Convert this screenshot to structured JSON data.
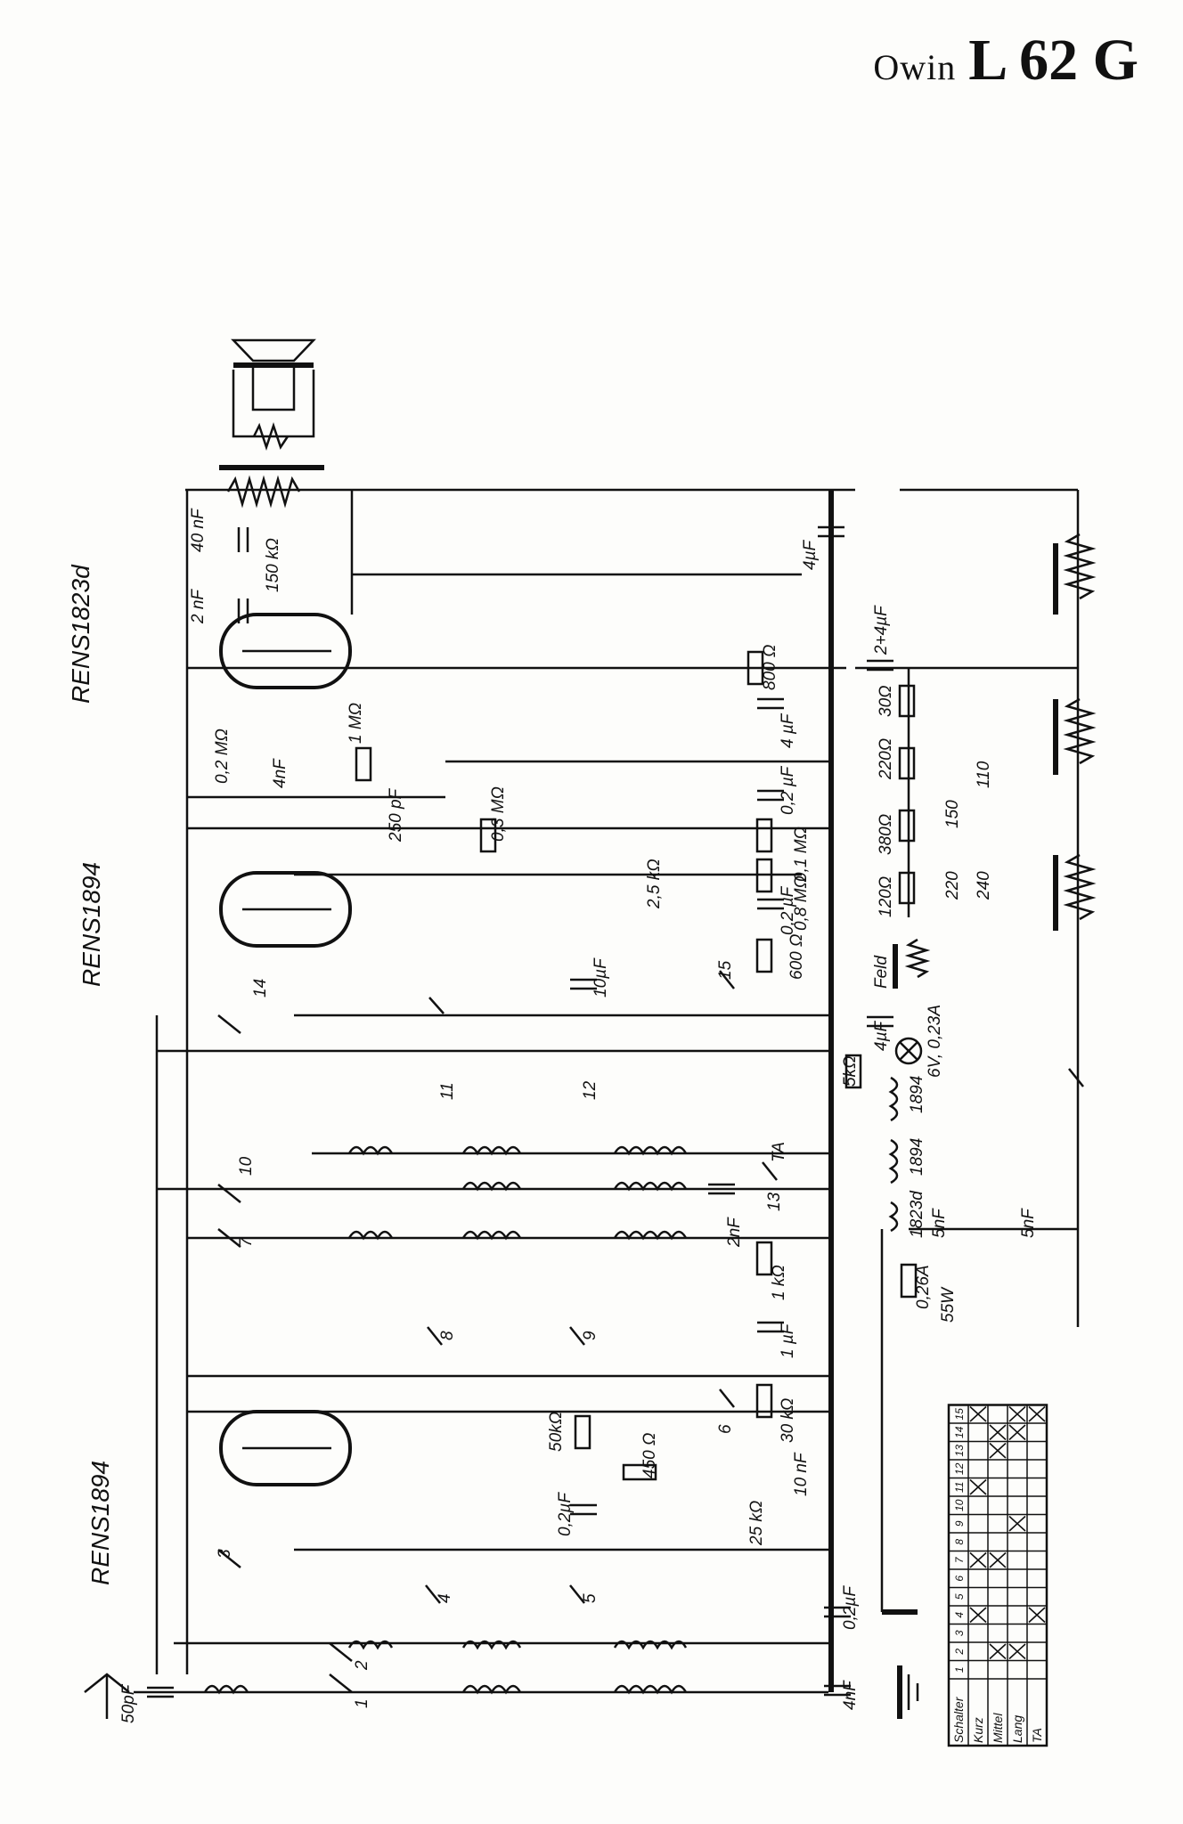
{
  "header": {
    "brand": "Owin",
    "model": "L 62 G"
  },
  "tubes": [
    "RENS1823d",
    "RENS1894",
    "RENS1894"
  ],
  "components": {
    "c_40nF": "40 nF",
    "c_2nF": "2 nF",
    "r_150k": "150 kΩ",
    "c_4uF_a": "4µF",
    "r_800": "800 Ω",
    "c_2p4uF": "2+4µF",
    "r_30": "30Ω",
    "c_4uF_b": "4 µF",
    "r_02M": "0,2 MΩ",
    "c_4nF": "4nF",
    "r_1M": "1 MΩ",
    "c_250pF": "250 pF",
    "r_03M": "0,3 MΩ",
    "c_02uF_a": "0,2 µF",
    "r_220": "220Ω",
    "tap_110": "110",
    "tap_150": "150",
    "r_380": "380Ω",
    "r_01M": "0,1 MΩ",
    "tap_220": "220",
    "tap_240": "240",
    "c_08uF": "0,8 MΩ",
    "r_2_5k": "2,5 kΩ",
    "r_120": "120Ω",
    "c_02uF_b": "0,2 µF",
    "r_600": "600 Ω",
    "c_10uF": "10µF",
    "feld": "Feld",
    "c_4uF_c": "4µF",
    "lamp": "6V, 0,23A",
    "r_5k": "5kΩ",
    "ta": "TA",
    "c_2nF_b": "2nF",
    "v1894a": "1894",
    "v1894b": "1894",
    "v1823": "1823d",
    "c_5nF_a": "5nF",
    "c_5nF_b": "5nF",
    "r_1k": "1 kΩ",
    "fuse": "0,26A",
    "c_1uF": "1 µF",
    "power": "55W",
    "r_30k": "30 kΩ",
    "r_50k": "50kΩ",
    "r_450": "450 Ω",
    "c_10nF": "10 nF",
    "r_25k": "25 kΩ",
    "c_02uF_c": "0,2µF",
    "c_02uF_d": "0,2µF",
    "c_4nF_b": "4nF",
    "c_50pF": "50pF"
  },
  "switch_numbers": [
    "1",
    "2",
    "3",
    "4",
    "5",
    "6",
    "7",
    "8",
    "9",
    "10",
    "11",
    "12",
    "13",
    "14",
    "15"
  ],
  "switch_table": {
    "corner": "Schalter",
    "columns": [
      "1",
      "2",
      "3",
      "4",
      "5",
      "6",
      "7",
      "8",
      "9",
      "10",
      "11",
      "12",
      "13",
      "14",
      "15"
    ],
    "rows": [
      {
        "label": "Kurz",
        "marks": [
          false,
          false,
          false,
          true,
          false,
          false,
          true,
          false,
          false,
          false,
          true,
          false,
          false,
          false,
          true
        ]
      },
      {
        "label": "Mittel",
        "marks": [
          false,
          true,
          false,
          false,
          false,
          false,
          true,
          false,
          false,
          false,
          false,
          false,
          true,
          true,
          false
        ]
      },
      {
        "label": "Lang",
        "marks": [
          false,
          true,
          false,
          false,
          false,
          false,
          false,
          false,
          true,
          false,
          false,
          false,
          false,
          true,
          true
        ]
      },
      {
        "label": "TA",
        "marks": [
          false,
          false,
          false,
          true,
          false,
          false,
          false,
          false,
          false,
          false,
          false,
          false,
          false,
          false,
          true
        ]
      }
    ]
  }
}
